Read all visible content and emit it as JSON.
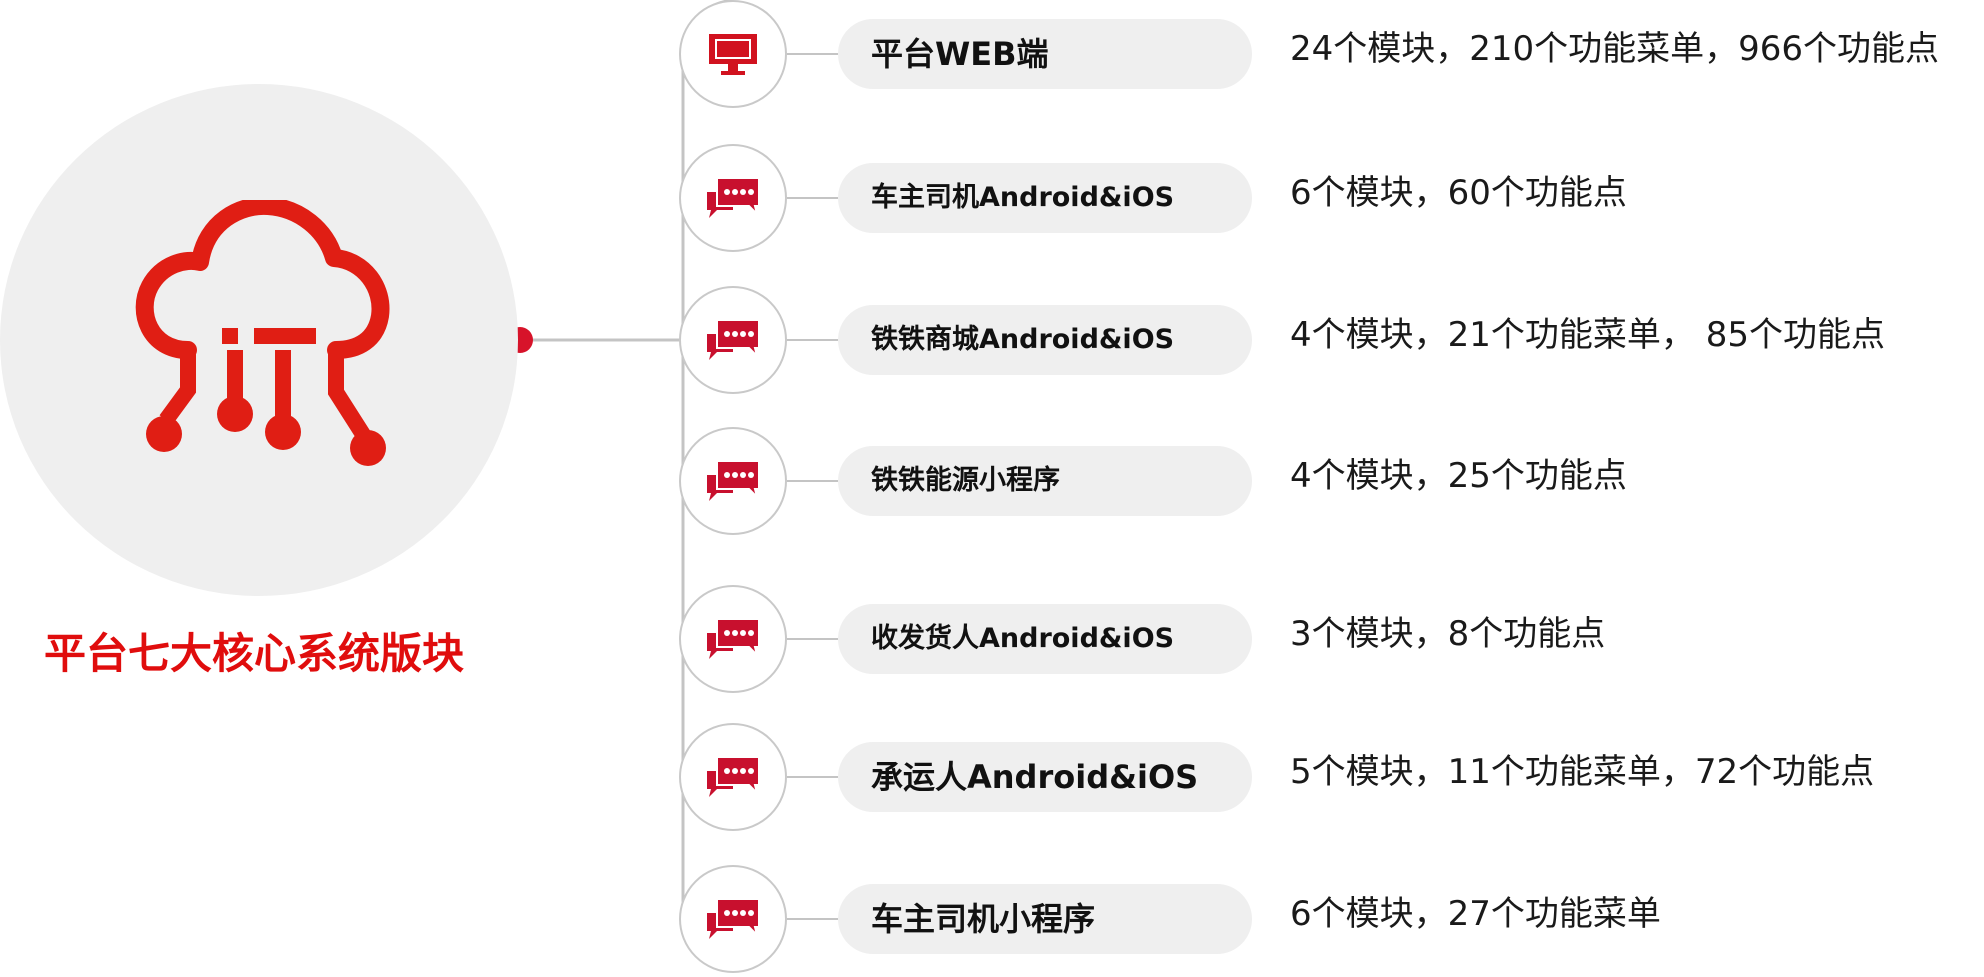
{
  "hub": {
    "title": "平台七大核心系统版块",
    "icon": "cloud-network-icon",
    "accent_color": "#e00d0d",
    "circle_color": "#efefef"
  },
  "modules": [
    {
      "icon": "monitor-icon",
      "label": "平台WEB端",
      "stats": "24个模块，210个功能菜单，966个功能点"
    },
    {
      "icon": "chat-bubbles-icon",
      "label": "车主司机Android&iOS",
      "stats": "6个模块，60个功能点"
    },
    {
      "icon": "chat-bubbles-icon",
      "label": "铁铁商城Android&iOS",
      "stats": "4个模块，21个功能菜单， 85个功能点"
    },
    {
      "icon": "chat-bubbles-icon",
      "label": "铁铁能源小程序",
      "stats": "4个模块，25个功能点"
    },
    {
      "icon": "chat-bubbles-icon",
      "label": "收发货人Android&iOS",
      "stats": "3个模块，8个功能点"
    },
    {
      "icon": "chat-bubbles-icon",
      "label": "承运人Android&iOS",
      "stats": "5个模块，11个功能菜单，72个功能点"
    },
    {
      "icon": "chat-bubbles-icon",
      "label": "车主司机小程序",
      "stats": "6个模块，27个功能菜单"
    }
  ]
}
